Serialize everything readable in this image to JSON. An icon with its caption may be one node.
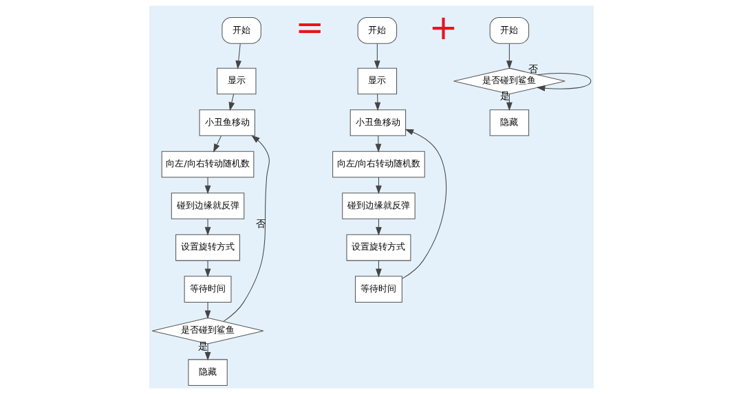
{
  "diagram": {
    "nodes": [
      {
        "text": [
          "开始"
        ]
      },
      {
        "text": [
          "显示"
        ]
      },
      {
        "text": [
          "小丑鱼移动"
        ]
      },
      {
        "text": [
          "向左/向右转动随机数"
        ]
      },
      {
        "text": [
          "碰到边缘就反弹"
        ]
      },
      {
        "text": [
          "设置旋转方式"
        ]
      },
      {
        "text": [
          "等待时间"
        ]
      },
      {
        "text": [
          "是否碰到鲨鱼"
        ]
      },
      {
        "text": [
          "隐藏"
        ]
      },
      {
        "text": [
          "开始"
        ]
      },
      {
        "text": [
          "显示"
        ]
      },
      {
        "text": [
          "小丑鱼移动"
        ]
      },
      {
        "text": [
          "向左/向右转动随机数"
        ]
      },
      {
        "text": [
          "碰到边缘就反弹"
        ]
      },
      {
        "text": [
          "设置旋转方式"
        ]
      },
      {
        "text": [
          "等待时间"
        ]
      },
      {
        "text": [
          "开始"
        ]
      },
      {
        "text": [
          "是否碰到鲨鱼"
        ]
      },
      {
        "text": [
          "隐藏"
        ]
      }
    ],
    "edges": [
      {
        "from": 0,
        "to": 1,
        "arrow": "to"
      },
      {
        "from": 1,
        "to": 2,
        "arrow": "to"
      },
      {
        "from": 2,
        "to": 3,
        "arrow": "to"
      },
      {
        "from": 3,
        "to": 4,
        "arrow": "to"
      },
      {
        "from": 4,
        "to": 5,
        "arrow": "to"
      },
      {
        "from": 5,
        "to": 6,
        "arrow": "to"
      },
      {
        "from": 6,
        "to": 7,
        "arrow": "to"
      },
      {
        "from": 7,
        "to": 2,
        "arrow": "to",
        "label": "否"
      },
      {
        "from": 7,
        "to": 8,
        "arrow": "to",
        "label": "是"
      },
      {
        "from": 9,
        "to": 10,
        "arrow": "to"
      },
      {
        "from": 10,
        "to": 11,
        "arrow": "to"
      },
      {
        "from": 11,
        "to": 12,
        "arrow": "to"
      },
      {
        "from": 12,
        "to": 13,
        "arrow": "to"
      },
      {
        "from": 13,
        "to": 14,
        "arrow": "to"
      },
      {
        "from": 14,
        "to": 15,
        "arrow": "to"
      },
      {
        "from": 15,
        "to": 11,
        "arrow": "to"
      },
      {
        "from": 16,
        "to": 17,
        "arrow": "to"
      },
      {
        "from": 17,
        "to": 17,
        "arrow": "to",
        "label": "否"
      },
      {
        "from": 17,
        "to": 18,
        "arrow": "to",
        "label": "是"
      }
    ],
    "labels": [
      "=",
      "+"
    ]
  }
}
